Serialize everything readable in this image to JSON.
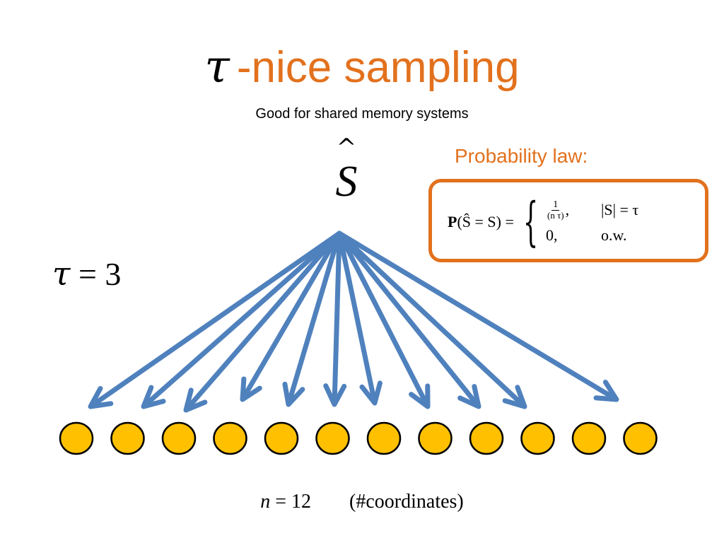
{
  "slide": {
    "title_symbol": "τ",
    "title_text": "-nice sampling",
    "subtitle": "Good for shared memory systems",
    "sampling_symbol": "S",
    "sampling_hat": "^",
    "tau_equation": "= 3",
    "tau_var": "τ",
    "probability_label": "Probability law:",
    "formula": {
      "lhs_P": "P",
      "lhs_rest": "(Ŝ = S) =",
      "case1_num": "1",
      "case1_den": "(n τ)",
      "case1_cond": "|S| = τ",
      "case2_val": "0,",
      "case2_cond": "o.w."
    },
    "n_var": "n",
    "n_value": " = 12",
    "coordinates_note": "(#coordinates)"
  },
  "diagram": {
    "node_count": 12,
    "arrow_count": 11,
    "colors": {
      "arrow": "#4f81bd",
      "node_fill": "#ffc000",
      "node_stroke": "#000000",
      "accent": "#e2711d"
    }
  }
}
